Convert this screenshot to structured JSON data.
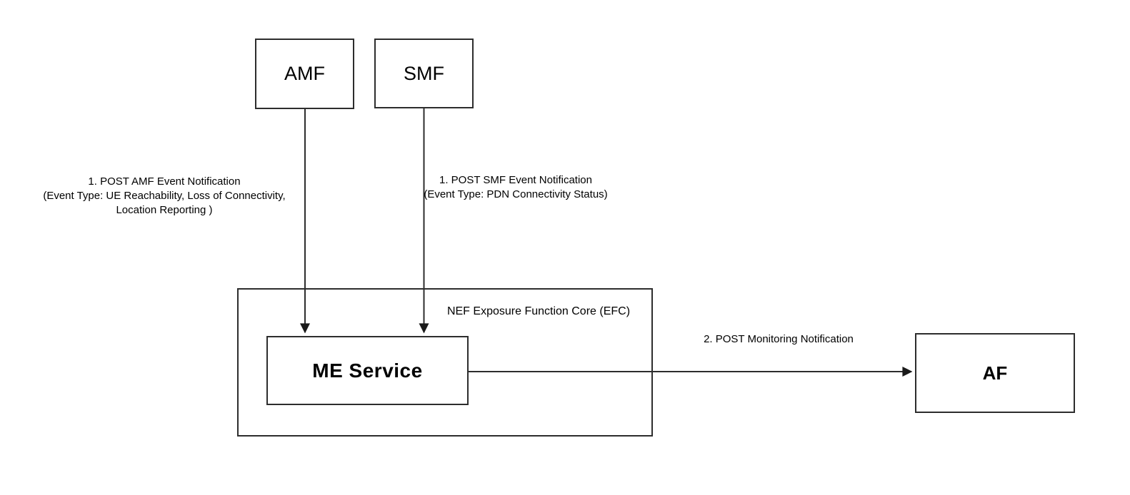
{
  "diagram": {
    "nodes": {
      "amf": {
        "label": "AMF"
      },
      "smf": {
        "label": "SMF"
      },
      "nef": {
        "label": "NEF Exposure Function Core (EFC)"
      },
      "me_service": {
        "label": "ME Service"
      },
      "af": {
        "label": "AF"
      }
    },
    "edges": {
      "amf_to_me": {
        "lines": [
          "1. POST AMF Event Notification",
          "(Event Type: UE Reachability, Loss of Connectivity,",
          "Location Reporting )"
        ]
      },
      "smf_to_me": {
        "lines": [
          "1. POST SMF Event Notification",
          "(Event Type: PDN Connectivity Status)"
        ]
      },
      "me_to_af": {
        "label": "2. POST Monitoring Notification"
      }
    },
    "colors": {
      "background": "#ffffff",
      "line": "#2d2d2d",
      "arrowhead": "#1a1a1a",
      "text": "#000000"
    }
  }
}
